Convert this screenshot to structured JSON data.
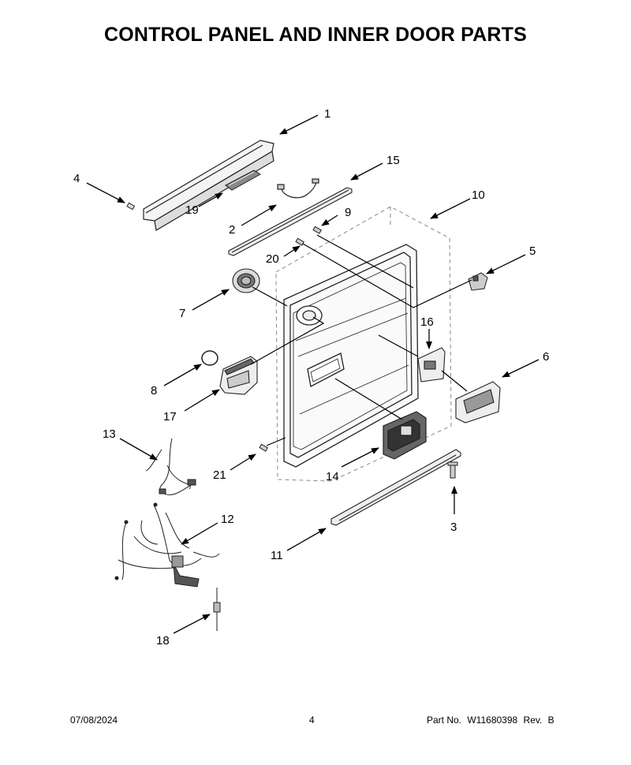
{
  "page": {
    "title": "CONTROL PANEL AND INNER DOOR PARTS"
  },
  "callouts": [
    "1",
    "2",
    "3",
    "4",
    "5",
    "6",
    "7",
    "8",
    "9",
    "10",
    "11",
    "12",
    "13",
    "14",
    "15",
    "16",
    "17",
    "18",
    "19",
    "20",
    "21"
  ],
  "footer": {
    "date": "07/08/2024",
    "page_number": "4",
    "part_label": "Part No.",
    "part_number": "W11680398",
    "rev_label": "Rev.",
    "rev": "B"
  },
  "colors": {
    "ink": "#000000",
    "outline": "#333333",
    "dash": "#888888",
    "fill_light": "#f2f2f2",
    "fill_dark": "#444444"
  }
}
